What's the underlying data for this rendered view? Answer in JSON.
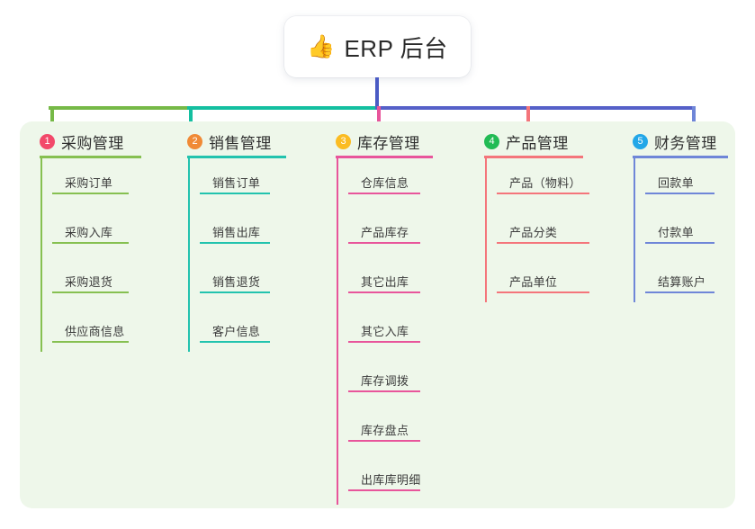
{
  "diagram": {
    "type": "mindmap-tree",
    "title_card": {
      "icon": "thumbs-up-icon",
      "icon_glyph": "👍",
      "text": "ERP 后台"
    },
    "panel_color": "#eef7ea",
    "stem_color": "#4a5bc4",
    "bar_segments": [
      {
        "name": "left-green",
        "color": "#76b947"
      },
      {
        "name": "mid-teal",
        "color": "#14bfa0"
      },
      {
        "name": "right-indigo",
        "color": "#5560c8"
      }
    ],
    "branches": [
      {
        "index": "1",
        "title": "采购管理",
        "badge_color": "#f2496a",
        "line_color": "#86c051",
        "drop_color": "#76b947",
        "children": [
          "采购订单",
          "采购入库",
          "采购退货",
          "供应商信息"
        ]
      },
      {
        "index": "2",
        "title": "销售管理",
        "badge_color": "#f08a36",
        "line_color": "#22c3ae",
        "drop_color": "#14bfa0",
        "children": [
          "销售订单",
          "销售出库",
          "销售退货",
          "客户信息"
        ]
      },
      {
        "index": "3",
        "title": "库存管理",
        "badge_color": "#fbbc22",
        "line_color": "#e8559b",
        "drop_color": "#e8559b",
        "children": [
          "仓库信息",
          "产品库存",
          "其它出库",
          "其它入库",
          "库存调拨",
          "库存盘点",
          "出库库明细"
        ]
      },
      {
        "index": "4",
        "title": "产品管理",
        "badge_color": "#22bb55",
        "line_color": "#f4757b",
        "drop_color": "#f4757b",
        "children": [
          "产品（物料）",
          "产品分类",
          "产品单位"
        ]
      },
      {
        "index": "5",
        "title": "财务管理",
        "badge_color": "#22a7e8",
        "line_color": "#6f86d8",
        "drop_color": "#6f86d8",
        "children": [
          "回款单",
          "付款单",
          "结算账户"
        ]
      }
    ]
  }
}
